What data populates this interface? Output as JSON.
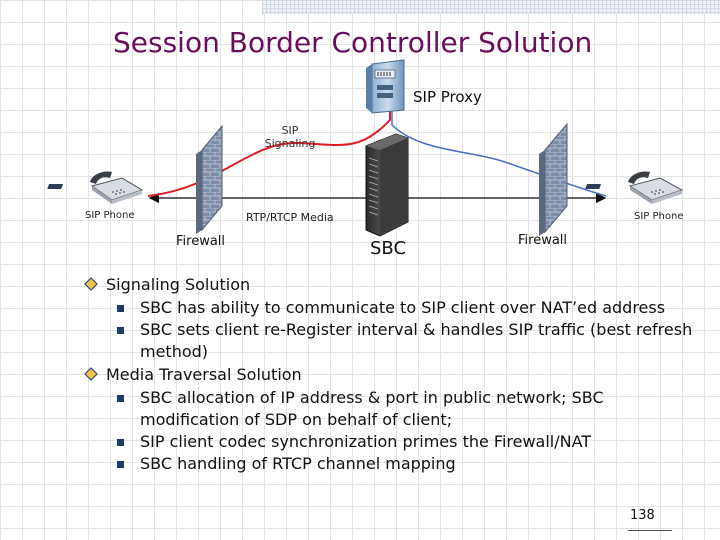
{
  "slide": {
    "title": "Session Border Controller Solution",
    "page_number": "138"
  },
  "diagram": {
    "sip_proxy_label": "SIP Proxy",
    "sip_signaling_label": "SIP Signaling",
    "sip_phone_left_label": "SIP Phone",
    "sip_phone_right_label": "SIP Phone",
    "rtp_label": "RTP/RTCP Media",
    "firewall_left_label": "Firewall",
    "firewall_right_label": "Firewall",
    "sbc_label": "SBC",
    "colors": {
      "signaling_left": "#e01b24",
      "signaling_right": "#4a6fc4",
      "media": "#111111"
    },
    "icons": [
      "sip-proxy-icon",
      "sbc-server-icon",
      "firewall-left-icon",
      "firewall-right-icon",
      "phone-left-icon",
      "phone-right-icon"
    ]
  },
  "bullets": [
    {
      "heading": "Signaling Solution",
      "items": [
        "SBC has ability to communicate to SIP client over NAT’ed address",
        "SBC sets client re-Register interval & handles SIP traffic (best refresh method)"
      ]
    },
    {
      "heading": "Media Traversal Solution",
      "items": [
        "SBC allocation of IP address & port in public network; SBC modification of SDP on behalf of client;",
        "SIP client codec synchronization primes the Firewall/NAT",
        "SBC handling of RTCP channel mapping"
      ]
    }
  ]
}
